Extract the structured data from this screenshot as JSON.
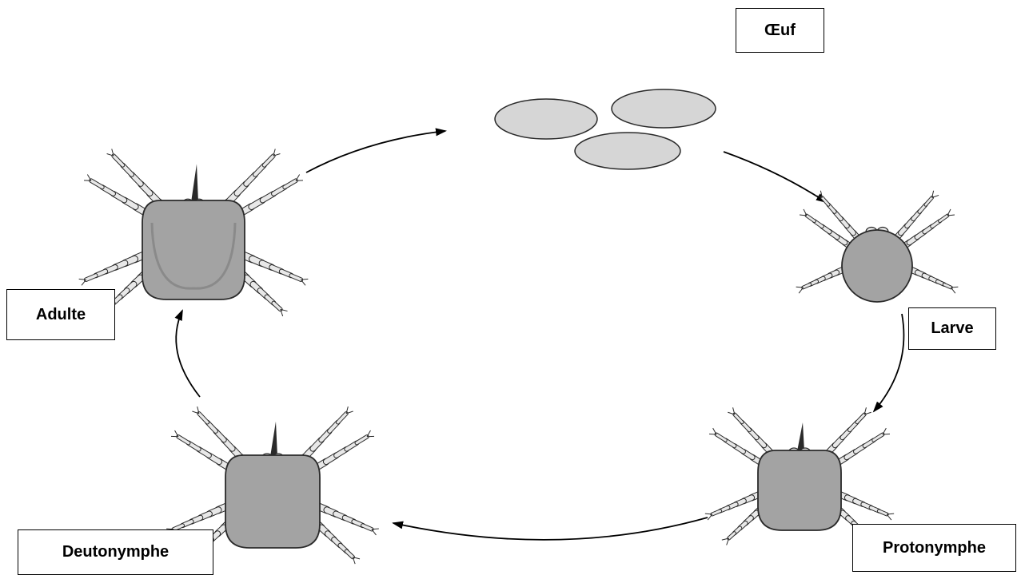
{
  "labels": {
    "egg": "Œuf",
    "larva": "Larve",
    "protonymph": "Protonymphe",
    "deutonymph": "Deutonymphe",
    "adult": "Adulte"
  },
  "colors": {
    "body_fill": "#a3a3a3",
    "egg_fill": "#d6d6d6",
    "leg_fill": "#e8e8e8",
    "outline": "#2a2a2a",
    "arrow": "#000000"
  },
  "icons": {
    "egg": "egg-ellipse",
    "mite": "mite-illustration",
    "arrow": "cycle-arrow"
  }
}
